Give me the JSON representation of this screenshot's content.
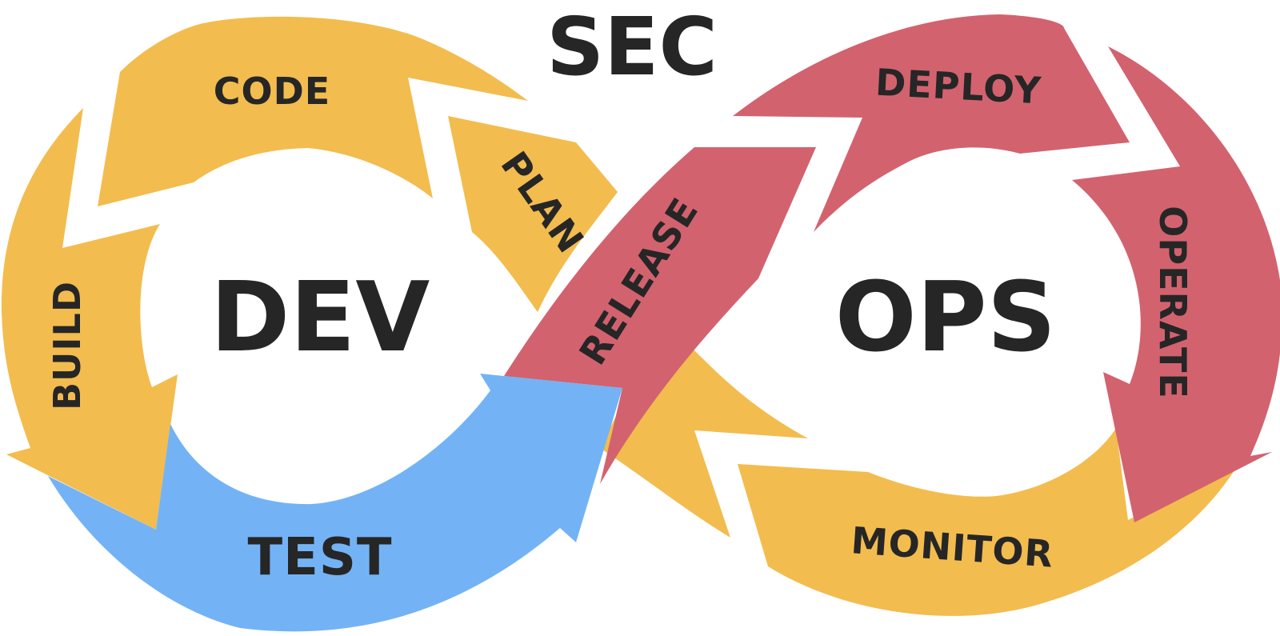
{
  "title": "SEC",
  "hubs": {
    "left": "DEV",
    "right": "OPS"
  },
  "stages": {
    "plan": "PLAN",
    "code": "CODE",
    "build": "BUILD",
    "test": "TEST",
    "release": "RELEASE",
    "deploy": "DEPLOY",
    "operate": "OPERATE",
    "monitor": "MONITOR"
  },
  "colors": {
    "yellow": "#F3BC4E",
    "red": "#D3626F",
    "blue": "#73B3F5",
    "text": "#262626",
    "background": "#FFFFFF"
  }
}
